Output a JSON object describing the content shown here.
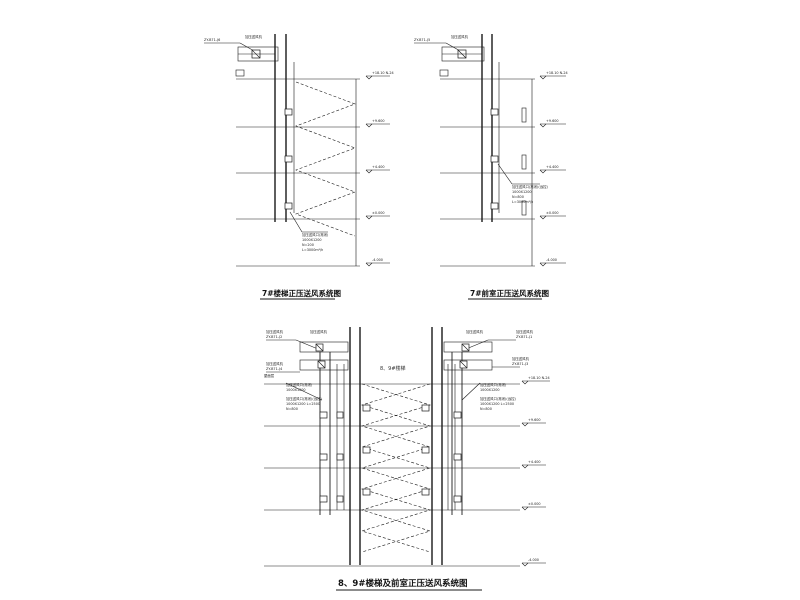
{
  "diagrams": {
    "stair7": {
      "title": "7#楼梯正压送风系统图",
      "fan_label": "加压送风机",
      "fan_code": "ZY-B71-J6",
      "elevations": [
        "+18.10  N-24",
        "+9.600",
        "+4.400",
        "±0.000",
        "-4.000"
      ],
      "note_lines": [
        "加压送风口(常闭)",
        "1000X1200",
        "N=200",
        "L=3000m³/h"
      ]
    },
    "front7": {
      "title": "7#前室正压送风系统图",
      "fan_label": "加压送风机",
      "fan_code": "ZY-B71-J5",
      "elevations": [
        "+18.10  N-24",
        "+9.600",
        "+4.400",
        "±0.000",
        "-4.000"
      ],
      "note_lines": [
        "加压送风口(常闭)(远控)",
        "1000X1200",
        "N=800",
        "L=3000m³/h"
      ]
    },
    "combined89": {
      "title": "8、9#楼梯及前室正压送风系统图",
      "center_label": "8、9#楼梯",
      "left_fans": [
        {
          "label": "加压送风机",
          "code": "ZY-B71-J2"
        },
        {
          "label": "加压送风机",
          "code": "ZY-B71-J4"
        }
      ],
      "right_fans": [
        {
          "label": "加压送风机",
          "code": "ZY-B71-J1"
        },
        {
          "label": "加压送风机",
          "code": "ZY-B71-J3"
        }
      ],
      "left_notes": [
        "加压送风口(常闭)",
        "1000X1200",
        "加压送风口(常闭)(远控)",
        "1000X1200 L=2500",
        "N=800"
      ],
      "right_notes": [
        "加压送风口(常闭)",
        "1000X1200",
        "加压送风口(常闭)(远控)",
        "1000X1200 L=2500",
        "N=800"
      ],
      "elevations": [
        "+18.10  N-24",
        "+9.600",
        "+4.400",
        "±0.000",
        "-4.000"
      ],
      "top_tag": "屋面层"
    }
  },
  "colors": {
    "line": "#1a1a1a",
    "background": "#ffffff"
  },
  "icons": [
    "fan-icon",
    "air-outlet-icon",
    "elevation-marker-icon"
  ]
}
